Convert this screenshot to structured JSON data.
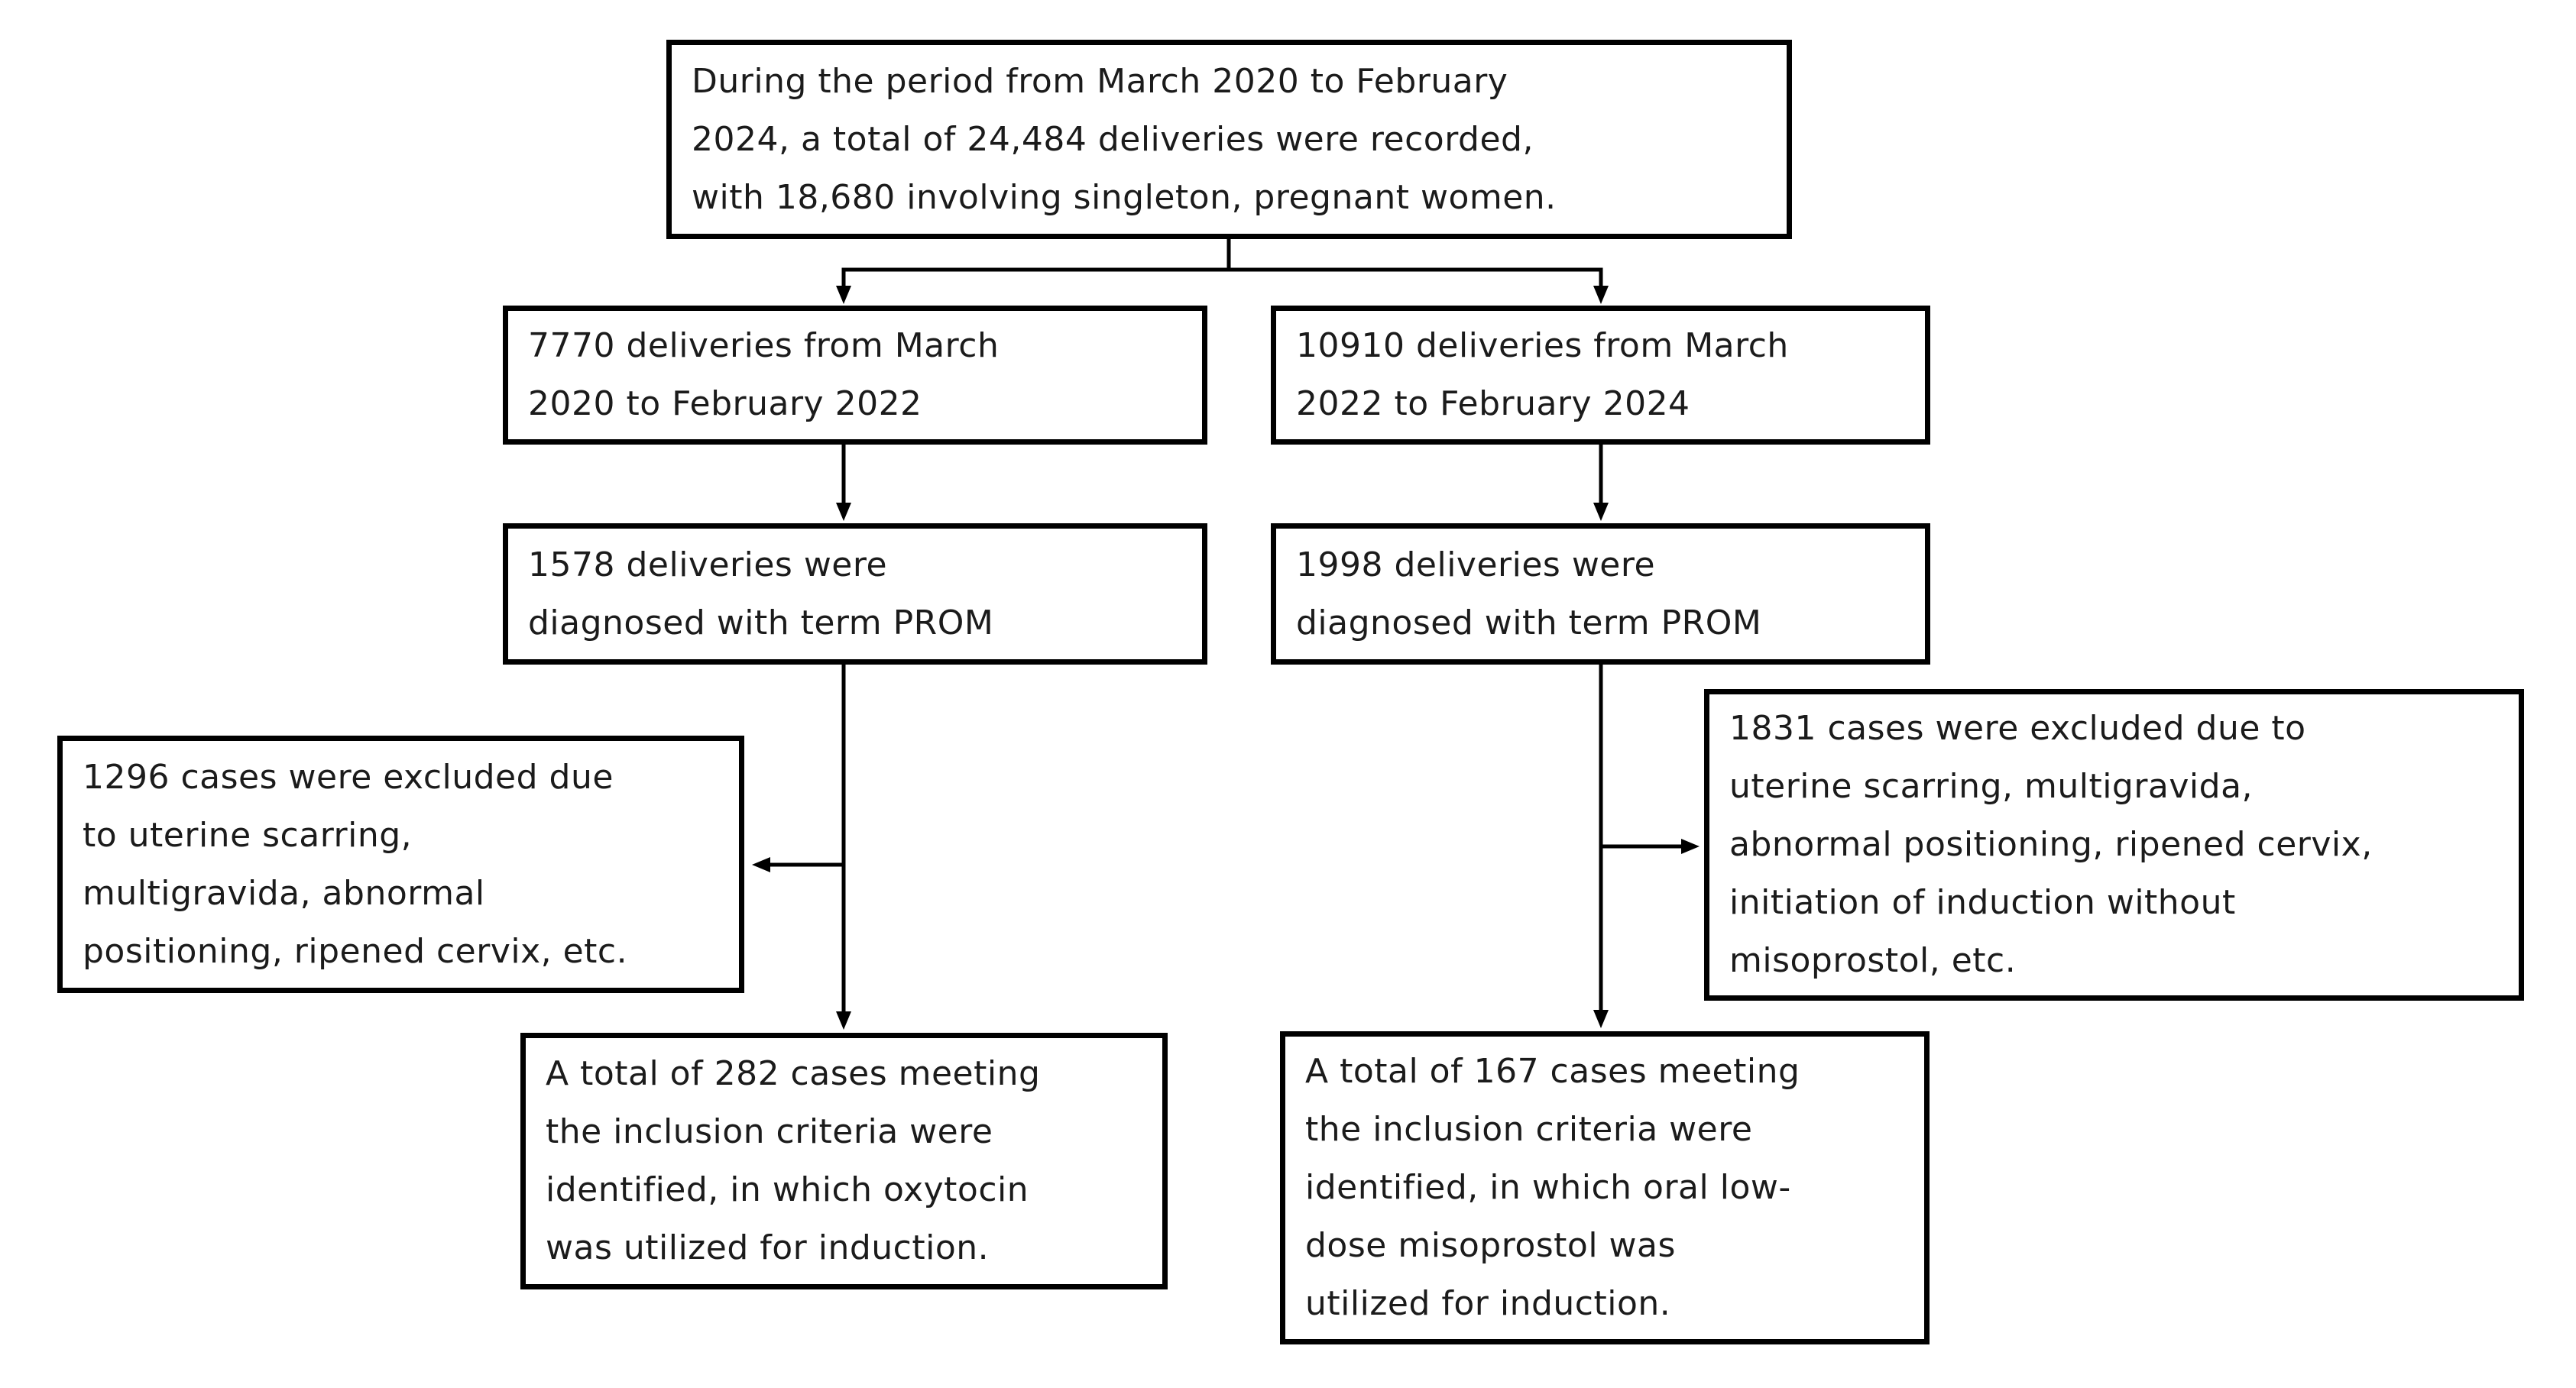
{
  "figure": {
    "type": "patient-flow-diagram",
    "background_color": "#ffffff",
    "box_border_color": "#000000",
    "text_color": "#1b1b1b"
  },
  "nodes": {
    "total_deliveries": {
      "lines": [
        "During the period from March 2020 to February",
        "2024, a total of 24,484 deliveries were recorded,",
        "with 18,680 involving singleton, pregnant women."
      ]
    },
    "period_2020_2022": {
      "lines": [
        "7770 deliveries from March",
        "2020 to February 2022"
      ]
    },
    "period_2022_2024": {
      "lines": [
        "10910 deliveries from March",
        "2022 to February 2024"
      ]
    },
    "prom_2020_2022": {
      "lines": [
        "1578 deliveries were",
        "diagnosed with term PROM"
      ]
    },
    "prom_2022_2024": {
      "lines": [
        "1998 deliveries were",
        "diagnosed with term PROM"
      ]
    },
    "excluded_2020_2022": {
      "lines": [
        "1296 cases were excluded due",
        "to uterine scarring,",
        "multigravida, abnormal",
        "positioning, ripened cervix, etc."
      ]
    },
    "excluded_2022_2024": {
      "lines": [
        "1831 cases were excluded due to",
        "uterine scarring, multigravida,",
        "abnormal positioning, ripened cervix,",
        "initiation of induction without",
        "misoprostol, etc."
      ]
    },
    "included_oxytocin": {
      "lines": [
        "A total of 282 cases meeting",
        "the inclusion criteria were",
        "identified, in which oxytocin",
        "was utilized for induction."
      ]
    },
    "included_misoprostol": {
      "lines": [
        "A total of 167 cases meeting",
        "the inclusion criteria were",
        "identified, in which oral low-",
        "dose misoprostol was",
        "utilized for induction."
      ]
    }
  }
}
